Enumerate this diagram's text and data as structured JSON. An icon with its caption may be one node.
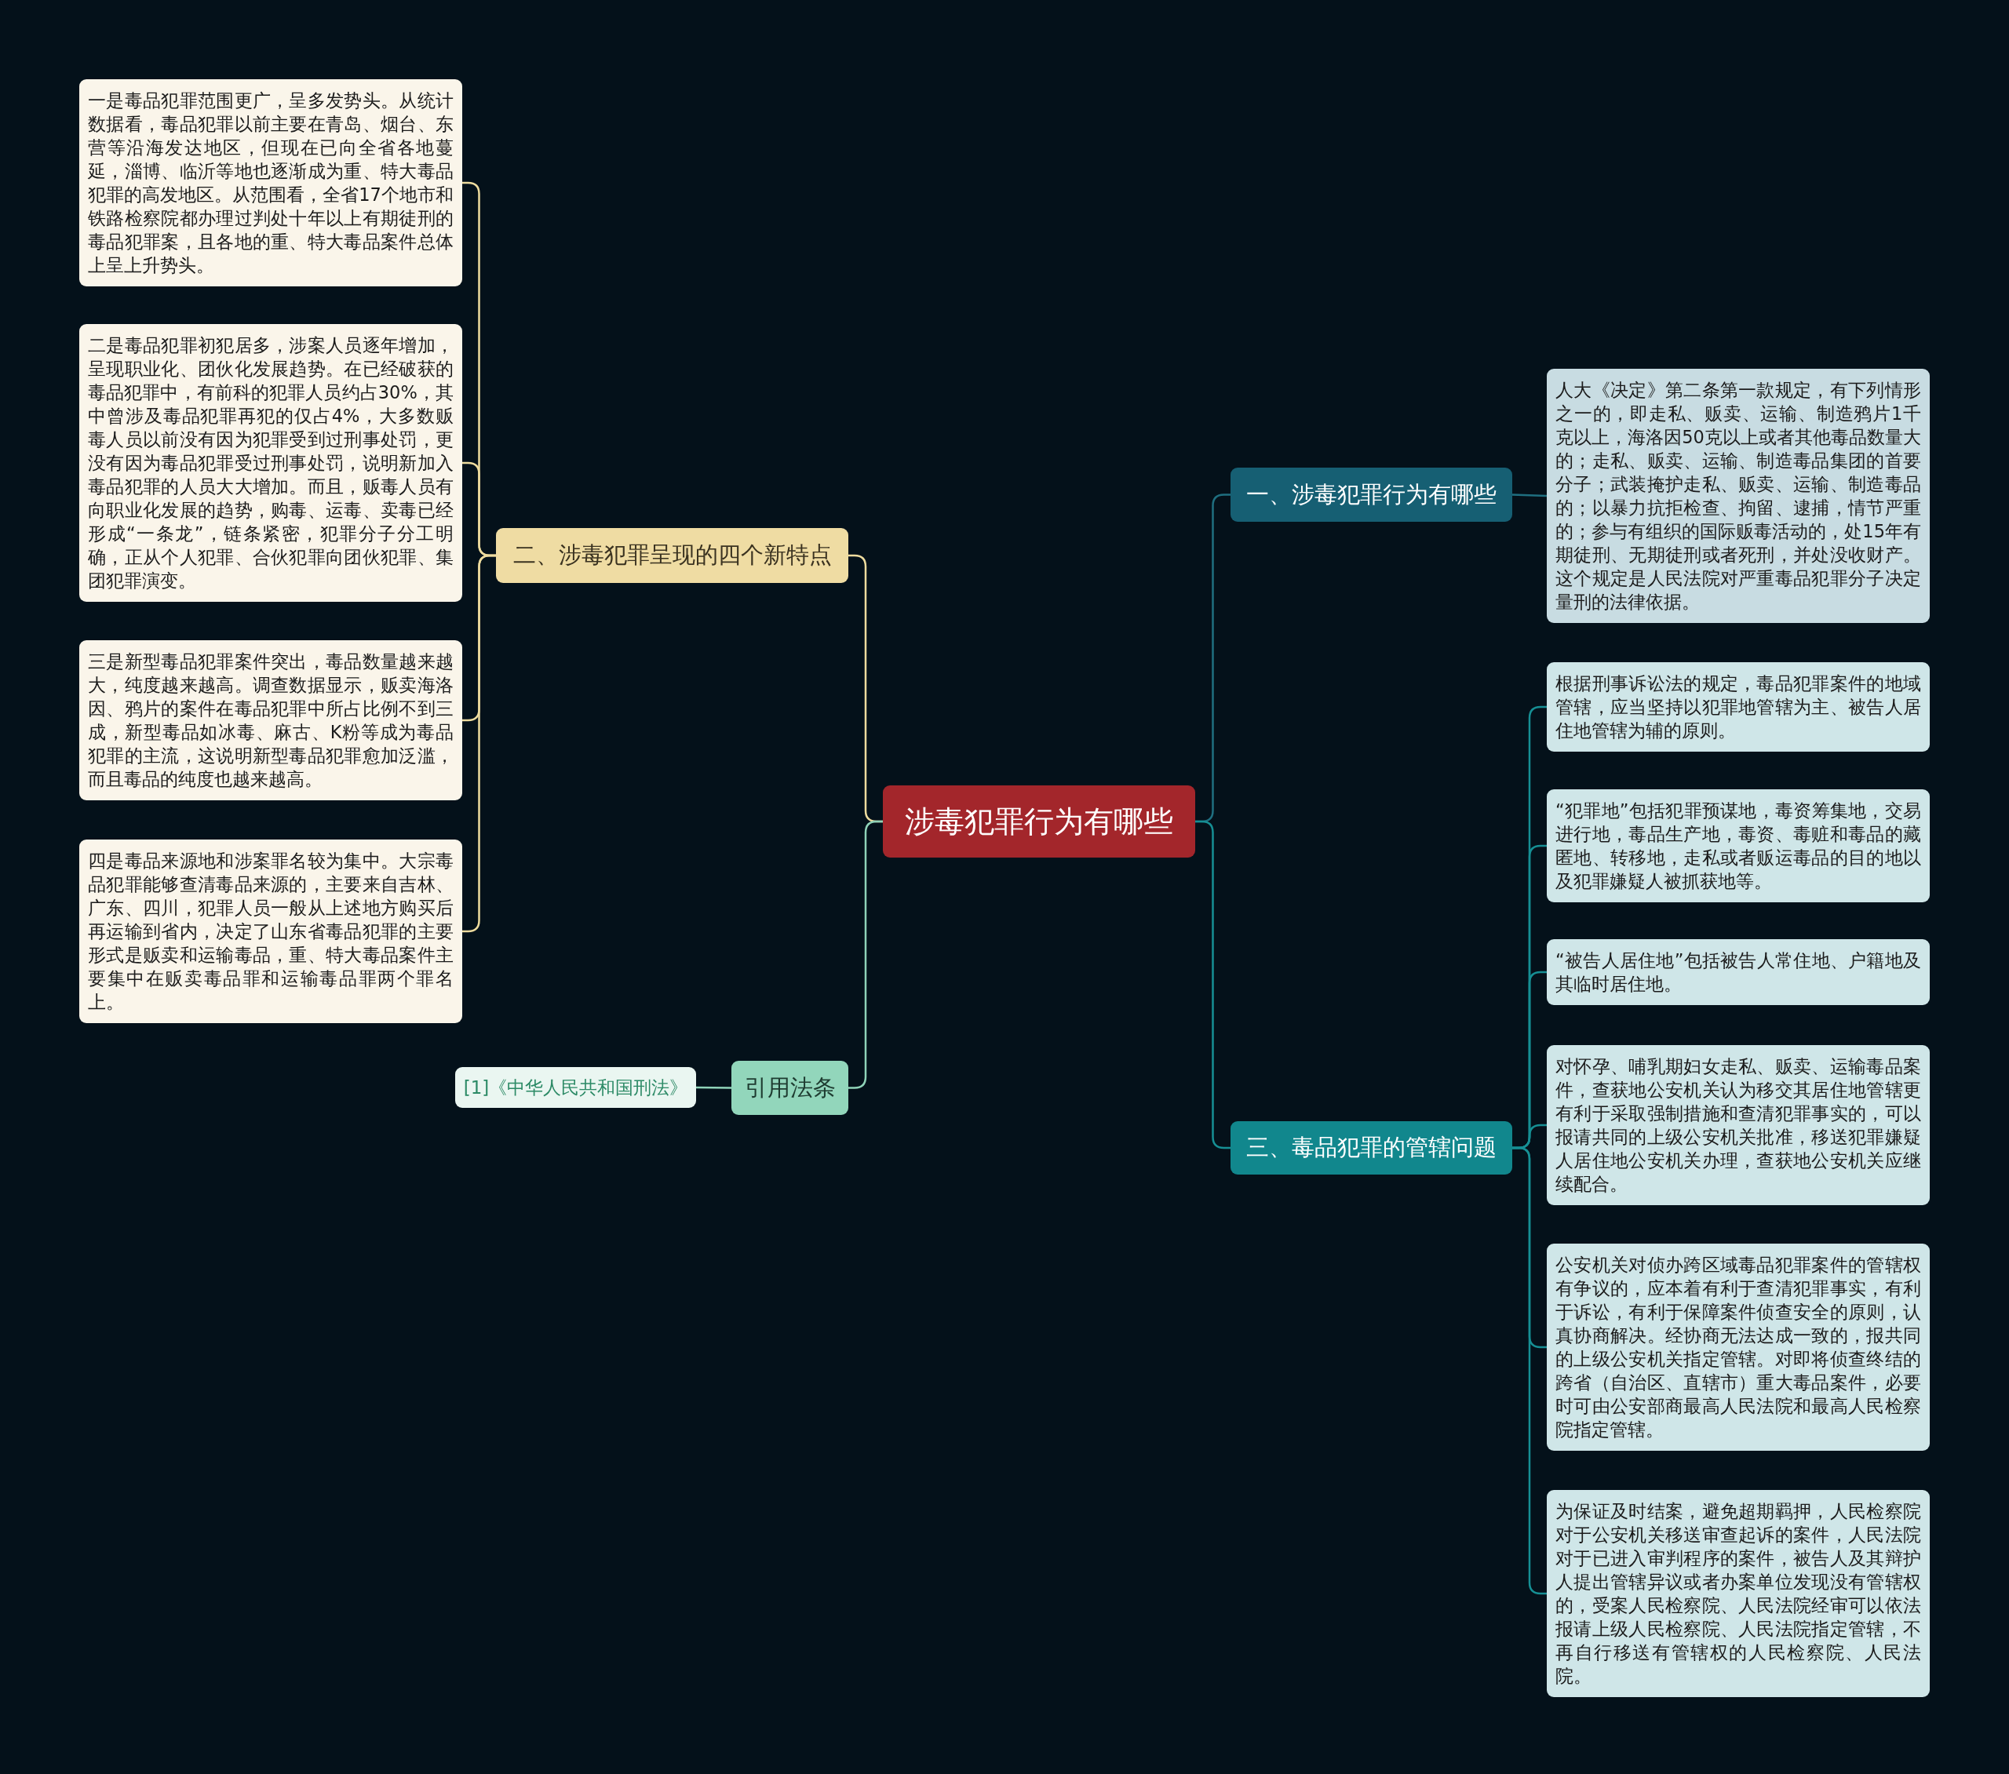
{
  "diagram": {
    "nodes": [
      {
        "text": [
          "涉毒犯罪行为有哪些"
        ]
      },
      {
        "text": [
          "一、涉毒犯罪行为有哪些"
        ]
      },
      {
        "text": [
          "人大《决定》第二条第一款规定，有下列情形之一的，即走私、贩卖、运输、制造鸦片1千克以上，海洛因50克以上或者其他毒品数量大的；走私、贩卖、运输、制造毒品集团的首要分子；武装掩护走私、贩卖、运输、制造毒品的；以暴力抗拒检查、拘留、逮捕，情节严重的；参与有组织的国际贩毒活动的，处15年有期徒刑、无期徒刑或者死刑，并处没收财产。这个规定是人民法院对严重毒品犯罪分子决定量刑的法律依据。"
        ]
      },
      {
        "text": [
          "二、涉毒犯罪呈现的四个新特点"
        ]
      },
      {
        "text": [
          "一是毒品犯罪范围更广，呈多发势头。从统计数据看，毒品犯罪以前主要在青岛、烟台、东营等沿海发达地区，但现在已向全省各地蔓延，淄博、临沂等地也逐渐成为重、特大毒品犯罪的高发地区。从范围看，全省17个地市和铁路检察院都办理过判处十年以上有期徒刑的毒品犯罪案，且各地的重、特大毒品案件总体上呈上升势头。"
        ]
      },
      {
        "text": [
          "二是毒品犯罪初犯居多，涉案人员逐年增加，呈现职业化、团伙化发展趋势。在已经破获的毒品犯罪中，有前科的犯罪人员约占30%，其中曾涉及毒品犯罪再犯的仅占4%，大多数贩毒人员以前没有因为犯罪受到过刑事处罚，更没有因为毒品犯罪受过刑事处罚，说明新加入毒品犯罪的人员大大增加。而且，贩毒人员有向职业化发展的趋势，购毒、运毒、卖毒已经形成“一条龙”，链条紧密，犯罪分子分工明确，正从个人犯罪、合伙犯罪向团伙犯罪、集团犯罪演变。"
        ]
      },
      {
        "text": [
          "三是新型毒品犯罪案件突出，毒品数量越来越大，纯度越来越高。调查数据显示，贩卖海洛因、鸦片的案件在毒品犯罪中所占比例不到三成，新型毒品如冰毒、麻古、K粉等成为毒品犯罪的主流，这说明新型毒品犯罪愈加泛滥，而且毒品的纯度也越来越高。"
        ]
      },
      {
        "text": [
          "四是毒品来源地和涉案罪名较为集中。大宗毒品犯罪能够查清毒品来源的，主要来自吉林、广东、四川，犯罪人员一般从上述地方购买后再运输到省内，决定了山东省毒品犯罪的主要形式是贩卖和运输毒品，重、特大毒品案件主要集中在贩卖毒品罪和运输毒品罪两个罪名上。"
        ]
      },
      {
        "text": [
          "三、毒品犯罪的管辖问题"
        ]
      },
      {
        "text": [
          "根据刑事诉讼法的规定，毒品犯罪案件的地域管辖，应当坚持以犯罪地管辖为主、被告人居住地管辖为辅的原则。"
        ]
      },
      {
        "text": [
          "“犯罪地”包括犯罪预谋地，毒资筹集地，交易进行地，毒品生产地，毒资、毒赃和毒品的藏匿地、转移地，走私或者贩运毒品的目的地以及犯罪嫌疑人被抓获地等。"
        ]
      },
      {
        "text": [
          "“被告人居住地”包括被告人常住地、户籍地及其临时居住地。"
        ]
      },
      {
        "text": [
          "对怀孕、哺乳期妇女走私、贩卖、运输毒品案件，查获地公安机关认为移交其居住地管辖更有利于采取强制措施和查清犯罪事实的，可以报请共同的上级公安机关批准，移送犯罪嫌疑人居住地公安机关办理，查获地公安机关应继续配合。"
        ]
      },
      {
        "text": [
          "公安机关对侦办跨区域毒品犯罪案件的管辖权有争议的，应本着有利于查清犯罪事实，有利于诉讼，有利于保障案件侦查安全的原则，认真协商解决。经协商无法达成一致的，报共同的上级公安机关指定管辖。对即将侦查终结的跨省（自治区、直辖市）重大毒品案件，必要时可由公安部商最高人民法院和最高人民检察院指定管辖。"
        ]
      },
      {
        "text": [
          "为保证及时结案，避免超期羁押，人民检察院对于公安机关移送审查起诉的案件，人民法院对于已进入审判程序的案件，被告人及其辩护人提出管辖异议或者办案单位发现没有管辖权的，受案人民检察院、人民法院经审可以依法报请上级人民检察院、人民法院指定管辖，不再自行移送有管辖权的人民检察院、人民法院。"
        ]
      },
      {
        "text": [
          "引用法条"
        ]
      },
      {
        "text": [
          "[1]《中华人民共和国刑法》"
        ]
      }
    ],
    "edges": [
      {
        "from": 0,
        "to": 1,
        "arrow": "none",
        "color": "#1f6f80"
      },
      {
        "from": 1,
        "to": 2,
        "arrow": "none",
        "color": "#1f6f80"
      },
      {
        "from": 0,
        "to": 3,
        "arrow": "none",
        "color": "#eedc9e"
      },
      {
        "from": 3,
        "to": 4,
        "arrow": "none",
        "color": "#eedc9e"
      },
      {
        "from": 3,
        "to": 5,
        "arrow": "none",
        "color": "#eedc9e"
      },
      {
        "from": 3,
        "to": 6,
        "arrow": "none",
        "color": "#eedc9e"
      },
      {
        "from": 3,
        "to": 7,
        "arrow": "none",
        "color": "#eedc9e"
      },
      {
        "from": 0,
        "to": 8,
        "arrow": "none",
        "color": "#168f94"
      },
      {
        "from": 8,
        "to": 9,
        "arrow": "none",
        "color": "#168f94"
      },
      {
        "from": 8,
        "to": 10,
        "arrow": "none",
        "color": "#168f94"
      },
      {
        "from": 8,
        "to": 11,
        "arrow": "none",
        "color": "#168f94"
      },
      {
        "from": 8,
        "to": 12,
        "arrow": "none",
        "color": "#168f94"
      },
      {
        "from": 8,
        "to": 13,
        "arrow": "none",
        "color": "#168f94"
      },
      {
        "from": 8,
        "to": 14,
        "arrow": "none",
        "color": "#168f94"
      },
      {
        "from": 0,
        "to": 15,
        "arrow": "none",
        "color": "#8fd3b8"
      },
      {
        "from": 15,
        "to": 16,
        "arrow": "none",
        "color": "#8fd3b8"
      }
    ]
  }
}
